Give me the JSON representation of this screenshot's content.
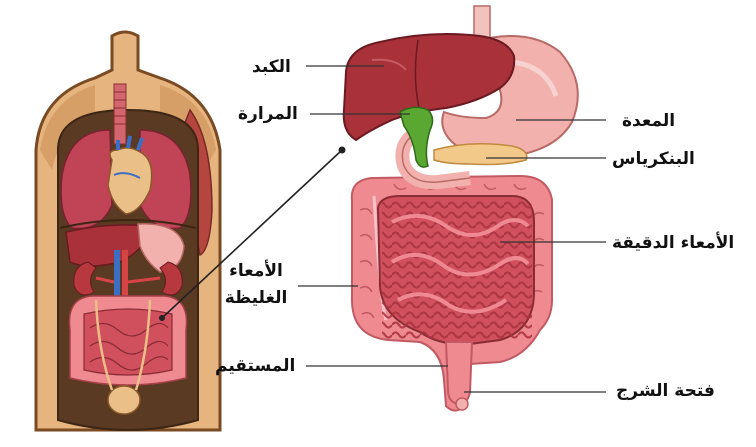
{
  "labels": {
    "liver": "الكبد",
    "gallbladder": "المرارة",
    "stomach": "المعدة",
    "pancreas": "البنكرياس",
    "small_intestine": "الأمعاء الدقيقة",
    "large_intestine_line1": "الأمعاء",
    "large_intestine_line2": "الغليظة",
    "rectum": "المستقيم",
    "anus": "فتحة الشرج"
  },
  "colors": {
    "liver": "#a8313a",
    "gallbladder": "#5aa832",
    "stomach": "#f2b1ad",
    "pancreas": "#f3c98a",
    "small_intestine": "#d1505e",
    "large_intestine": "#ee8a90",
    "skin": "#e6b47f",
    "lungs": "#c04455",
    "leader_line": "#333333"
  }
}
